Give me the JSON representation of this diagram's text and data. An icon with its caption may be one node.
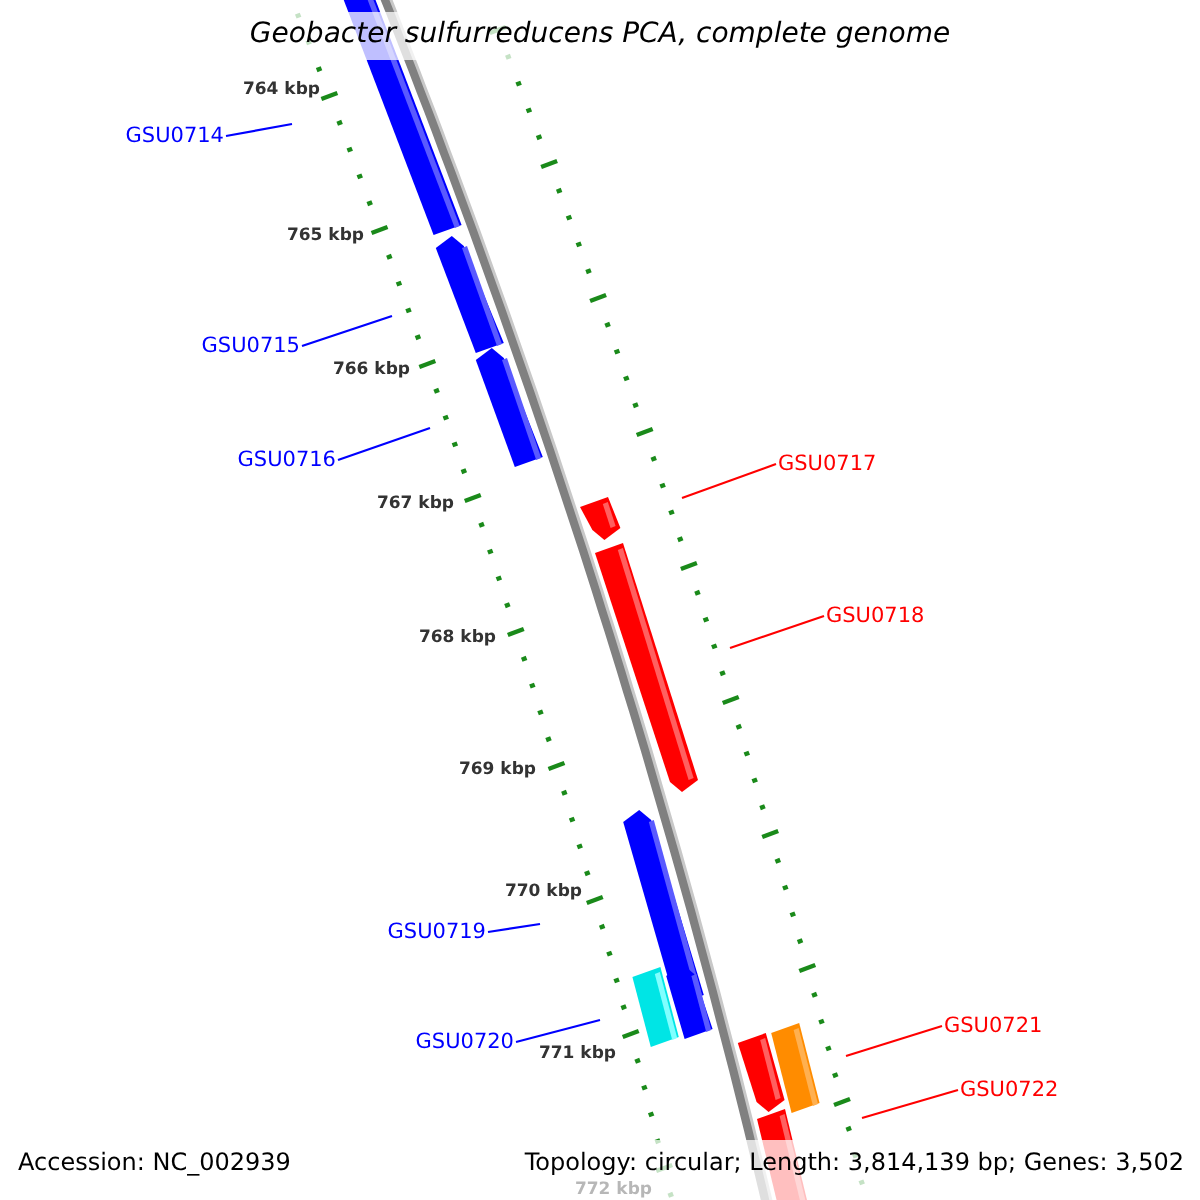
{
  "diagram": {
    "title": "Geobacter sulfurreducens PCA, complete genome",
    "nodes": [
      {
        "text": [
          "GSU0714"
        ]
      },
      {
        "text": [
          "GSU0715"
        ]
      },
      {
        "text": [
          "GSU0716"
        ]
      },
      {
        "text": [
          "GSU0717"
        ]
      },
      {
        "text": [
          "GSU0718"
        ]
      },
      {
        "text": [
          "GSU0719"
        ]
      },
      {
        "text": [
          "GSU0720"
        ]
      },
      {
        "text": [
          "GSU0721"
        ]
      },
      {
        "text": [
          "GSU0722"
        ]
      }
    ],
    "edges": [
      {
        "from": 0,
        "to": null,
        "arrow": "none"
      },
      {
        "from": 1,
        "to": null,
        "arrow": "none"
      },
      {
        "from": 2,
        "to": null,
        "arrow": "none"
      },
      {
        "from": 3,
        "to": null,
        "arrow": "none",
        "color": "#ff0000"
      },
      {
        "from": 4,
        "to": null,
        "arrow": "none",
        "color": "#ff0000"
      },
      {
        "from": 5,
        "to": null,
        "arrow": "none"
      },
      {
        "from": 6,
        "to": null,
        "arrow": "none"
      },
      {
        "from": 7,
        "to": null,
        "arrow": "none",
        "color": "#ff0000"
      },
      {
        "from": 8,
        "to": null,
        "arrow": "none",
        "color": "#ff0000"
      }
    ],
    "labels": [
      "764 kbp",
      "765 kbp",
      "766 kbp",
      "767 kbp",
      "768 kbp",
      "769 kbp",
      "770 kbp",
      "771 kbp",
      "772 kbp",
      "Accession: NC_002939",
      "Topology: circular; Length: 3,814,139 bp; Genes: 3,502"
    ]
  }
}
